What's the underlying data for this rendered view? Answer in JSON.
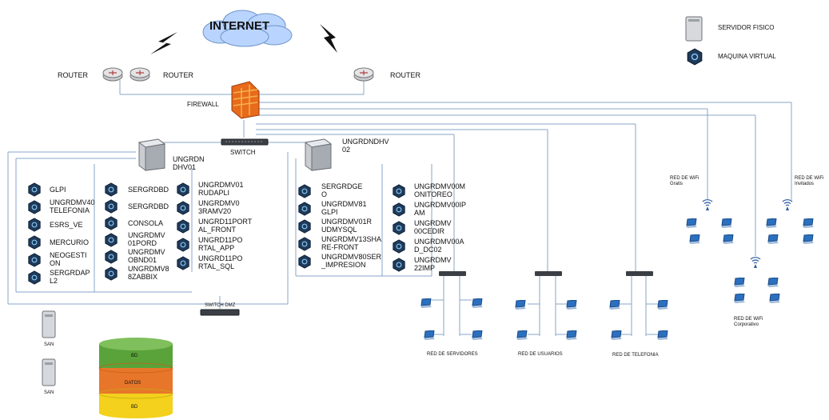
{
  "cloud": {
    "label": "INTERNET"
  },
  "legend": {
    "physical_server": "SERVIDOR FISICO",
    "virtual_machine": "MAQUINA VIRTUAL"
  },
  "routers": [
    "ROUTER",
    "ROUTER",
    "ROUTER"
  ],
  "firewall": "FIREWALL",
  "switch": "SWITCH",
  "switch_dmz": "SWITCH DMZ",
  "host1": {
    "name": "UNGRDN\nDHV01"
  },
  "host2": {
    "name": "UNGRDNDHV\n02"
  },
  "host1_vms_left": [
    "GLPI",
    "UNGRDMV40\nTELEFONIA",
    "ESRS_VE",
    "MERCURIO",
    "NEOGESTI\nON",
    "SERGRDAP\nL2"
  ],
  "host1_vms_mid": [
    "SERGRDBD",
    "SERGRDBD",
    "CONSOLA",
    "UNGRDMV\n01PORD",
    "UNGRDMV\nOBND01",
    "UNGRDMV8\n8ZABBIX"
  ],
  "host1_vms_right": [
    "UNGRDMV01\nRUDAPLI",
    "UNGRDMV0\n3RAMV20",
    "UNGRD11PORT\nAL_FRONT",
    "UNGRD11PO\nRTAL_APP",
    "UNGRD11PO\nRTAL_SQL"
  ],
  "host2_vms_left": [
    "SERGRDGE\nO",
    "UNGRDMV81\nGLPI",
    "UNGRDMV01R\nUDMYSQL",
    "UNGRDMV13SHA\nRE-FRONT",
    "UNGRDMV80SER\n_IMPRESION"
  ],
  "host2_vms_right": [
    "UNGRDMV00M\nONITOREO",
    "UNGRDMV00IP\nAM",
    "UNGRDMV\n00CEDIR",
    "UNGRDMV00A\nD_DC02",
    "UNGRDMV\n22IMP"
  ],
  "networks": {
    "servers": "RED DE SERVIDORES",
    "users": "RED DE USUARIOS",
    "telephony": "RED DE TELEFONIA"
  },
  "wifi": {
    "guest": "RED DE WiFi\nGratis",
    "invited": "RED DE WiFi\nInvitados",
    "corporate": "RED DE WiFi\nCorporativo"
  },
  "storage": {
    "unit1": "SAN",
    "unit2": "SAN"
  },
  "db_layers": [
    "BD",
    "DATOS",
    "BD"
  ],
  "colors": {
    "vm": "#1f3a5a",
    "wire": "#8aa4c8",
    "cloud": "#b9d4ff",
    "layer1": "#5aa33a",
    "layer2": "#e8762a",
    "layer3": "#f3d11c"
  }
}
